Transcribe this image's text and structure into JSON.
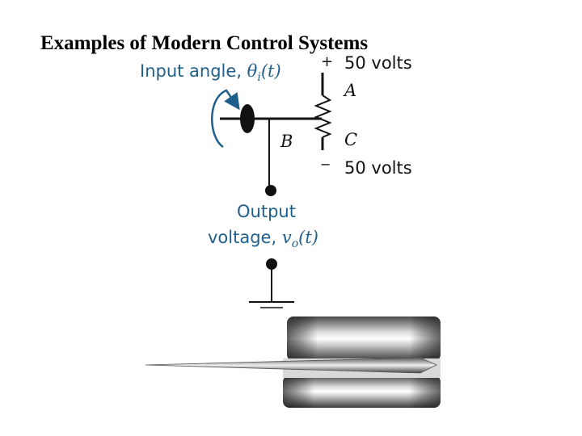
{
  "slide": {
    "title": "Examples of Modern Control Systems"
  },
  "diagram": {
    "input_label": "Input angle, ",
    "input_symbol": "θ",
    "input_sub": "i",
    "input_arg": "(t)",
    "plus_sign": "+",
    "minus_sign": "−",
    "top_voltage": "50 volts",
    "bottom_voltage": "50 volts",
    "node_a": "A",
    "node_b": "B",
    "node_c": "C",
    "output_line1": "Output",
    "output_line2": "voltage, ",
    "output_symbol": "v",
    "output_sub": "o",
    "output_arg": "(t)"
  },
  "colors": {
    "label_blue": "#1f5f8b",
    "ink": "#111111"
  }
}
